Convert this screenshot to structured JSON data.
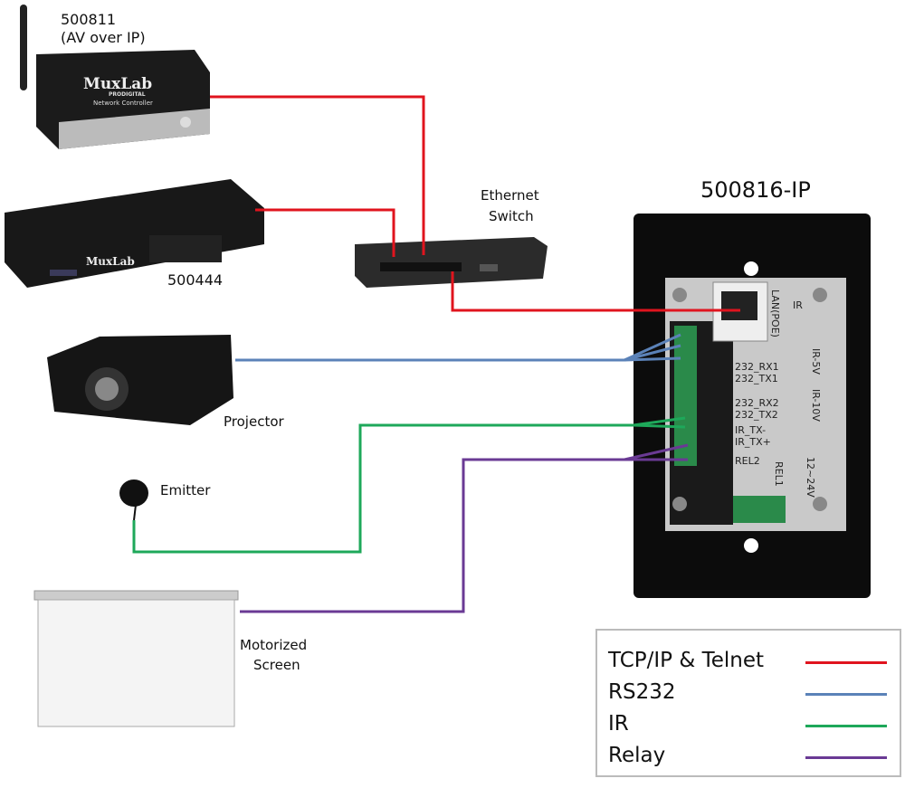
{
  "devices": {
    "controller": {
      "model": "500811",
      "note": "(AV over IP)",
      "brand": "MuxLab",
      "sub": "PRODIGITAL",
      "caption": "Network Controller"
    },
    "matrix": {
      "model": "500444",
      "brand": "MuxLab"
    },
    "switch": {
      "label_line1": "Ethernet",
      "label_line2": "Switch"
    },
    "projector": {
      "label": "Projector"
    },
    "emitter": {
      "label": "Emitter"
    },
    "screen": {
      "label_line1": "Motorized",
      "label_line2": "Screen"
    },
    "wallplate": {
      "model": "500816-IP",
      "labels": {
        "lan": "LAN(POE)",
        "ir": "IR",
        "ir5": "IR-5V",
        "ir10": "IR-10V",
        "rx1": "232_RX1",
        "tx1": "232_TX1",
        "rx2": "232_RX2",
        "tx2": "232_TX2",
        "irtxm": "IR_TX-",
        "irtxp": "IR_TX+",
        "rel2": "REL2",
        "rel1": "REL1",
        "power": "12~24V"
      }
    }
  },
  "legend": [
    {
      "label": "TCP/IP & Telnet",
      "color": "#e0141e"
    },
    {
      "label": "RS232",
      "color": "#5b82b8"
    },
    {
      "label": "IR",
      "color": "#1ea85a"
    },
    {
      "label": "Relay",
      "color": "#6a3a94"
    }
  ]
}
